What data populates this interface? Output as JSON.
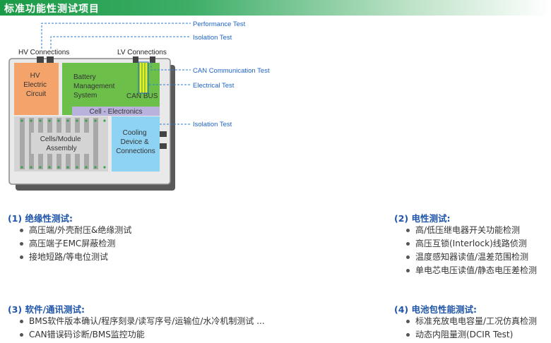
{
  "header": {
    "title": "标准功能性测试项目"
  },
  "diagram": {
    "hv_connections": "HV Connections",
    "lv_connections": "LV Connections",
    "hv_circuit": [
      "HV",
      "Electric",
      "Circuit"
    ],
    "bms": [
      "Battery",
      "Management",
      "System"
    ],
    "can_bus": "CAN BUS",
    "cell_electronics": "Cell - Electronics",
    "cells_module": [
      "Cells/Module",
      "Assembly"
    ],
    "cooling": [
      "Cooling",
      "Device &",
      "Connections"
    ],
    "tests": {
      "performance": "Performance Test",
      "isolation_top": "Isolation Test",
      "can_comm": "CAN Communication Test",
      "electrical": "Electrical Test",
      "isolation_side": "Isolation Test"
    },
    "colors": {
      "hv": "#f4a36a",
      "bms": "#6cc04a",
      "cell_elec": "#b9b2dc",
      "cooling": "#8fd3f4",
      "cells": "#d4d4d4",
      "label_blue": "#1f63c6",
      "highlight": "#f2ec1a"
    }
  },
  "sections": [
    {
      "title": "(1) 绝缘性测试:",
      "items": [
        "高压端/外壳耐压&绝缘测试",
        "高压端子EMC屏蔽检测",
        "接地短路/等电位测试"
      ]
    },
    {
      "title": "(2) 电性测试:",
      "items": [
        "高/低压继电器开关功能检测",
        "高压互锁(Interlock)线路侦测",
        "温度感知器读值/温差范围检测",
        "单电芯电压读值/静态电压差检测"
      ]
    },
    {
      "title": "(3) 软件/通讯测试:",
      "items": [
        "BMS软件版本确认/程序刻录/读写序号/运输位/水冷机制测试 ...",
        "CAN错误码诊断/BMS监控功能"
      ]
    },
    {
      "title": "(4) 电池包性能测试:",
      "items": [
        "标准充放电电容量/工况仿真检测",
        "动态内阻量测(DCIR Test)"
      ]
    }
  ]
}
